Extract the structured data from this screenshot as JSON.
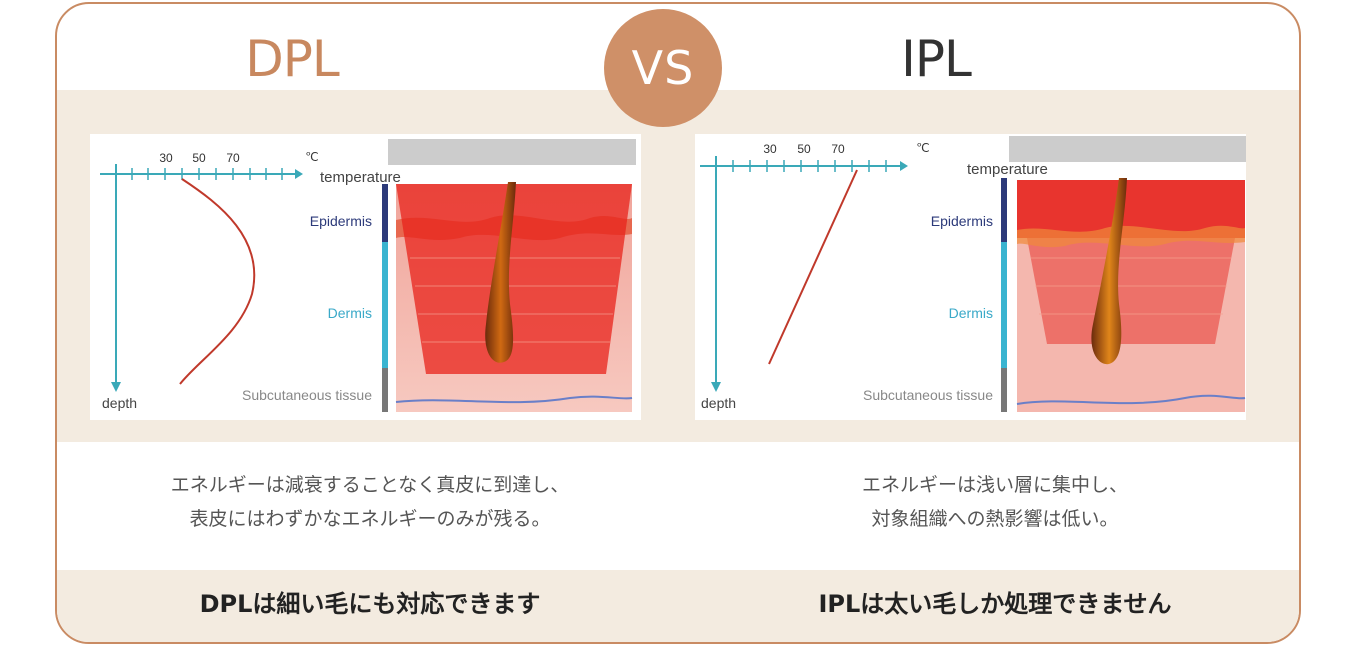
{
  "header": {
    "left_title": "DPL",
    "right_title": "IPL",
    "vs_label": "VS"
  },
  "left_panel": {
    "axis_ticks": [
      "30",
      "50",
      "70"
    ],
    "unit": "℃",
    "temperature_label": "temperature",
    "depth_label": "depth",
    "layers": [
      "Epidermis",
      "Dermis",
      "Subcutaneous tissue"
    ],
    "description_line1": "エネルギーは減衰することなく真皮に到達し、",
    "description_line2": "表皮にはわずかなエネルギーのみが残る。",
    "verdict": "DPLは細い毛にも対応できます"
  },
  "right_panel": {
    "axis_ticks": [
      "30",
      "50",
      "70"
    ],
    "unit": "℃",
    "temperature_label": "temperature",
    "depth_label": "depth",
    "layers": [
      "Epidermis",
      "Dermis",
      "Subcutaneous tissue"
    ],
    "description_line1": "エネルギーは浅い層に集中し、",
    "description_line2": "対象組織への熱影響は低い。",
    "verdict": "IPLは太い毛しか処理できません"
  },
  "colors": {
    "accent": "#c8885f",
    "vs_circle": "#cf9068",
    "band": "#f3ebe0",
    "axis": "#3aa9b8",
    "curve": "#c0392b",
    "epidermis": "#2c3a7a",
    "dermis": "#3aa9c8"
  }
}
